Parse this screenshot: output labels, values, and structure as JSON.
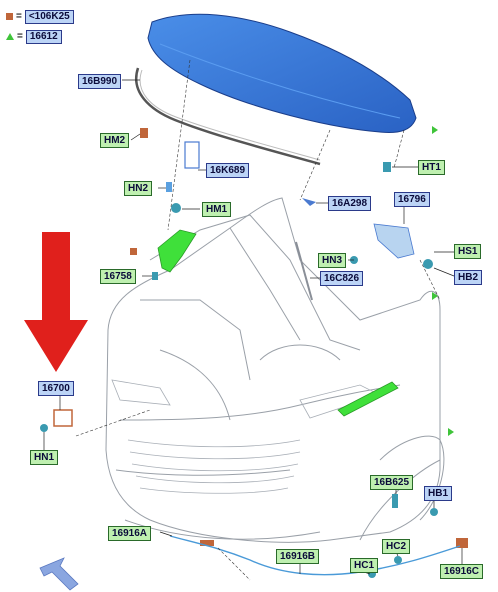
{
  "legend": [
    {
      "symbol": "square",
      "color": "#c0663a",
      "equals": "=",
      "code": "<106K25"
    },
    {
      "symbol": "triangle",
      "color": "#3fc43a",
      "equals": "=",
      "code": "16612"
    }
  ],
  "labels": {
    "l16B990": "16B990",
    "lHM2": "HM2",
    "l16K689": "16K689",
    "lHT1": "HT1",
    "lHN2": "HN2",
    "lHM1": "HM1",
    "l16A298": "16A298",
    "l16796": "16796",
    "lHN3": "HN3",
    "lHS1": "HS1",
    "l16758": "16758",
    "l16C826": "16C826",
    "lHB2": "HB2",
    "l16700": "16700",
    "lHN1": "HN1",
    "l16B625": "16B625",
    "lHB1": "HB1",
    "l16916A": "16916A",
    "lHC2": "HC2",
    "l16916B": "16916B",
    "lHC1": "HC1",
    "l16916C": "16916C"
  },
  "colors": {
    "hood": "#3b7fd9",
    "highlight_part": "#3fe03a",
    "arrow": "#e0201c",
    "nav_arrow": "#8aa6e0",
    "label_blue_fill": "#bcd4f6",
    "label_green_fill": "#bff0b0"
  },
  "icons": {
    "big_arrow": "red-down-arrow-icon",
    "nav_arrow": "blue-diagonal-arrow-icon"
  }
}
